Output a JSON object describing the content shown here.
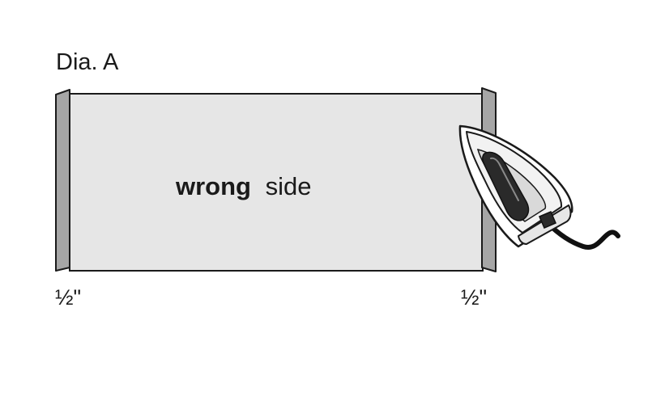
{
  "diagram": {
    "title": "Dia. A",
    "fabric_label_bold": "wrong",
    "fabric_label_rest": "side",
    "left_measure": "½\"",
    "right_measure": "½\""
  },
  "colors": {
    "fabric_fill": "#e6e6e6",
    "hem_fill": "#a6a6a6",
    "outline": "#1a1a1a",
    "iron_body": "#ffffff",
    "iron_handle": "#2a2a2a",
    "cord": "#111111"
  },
  "icons": {
    "iron": "clothes-iron-icon"
  }
}
